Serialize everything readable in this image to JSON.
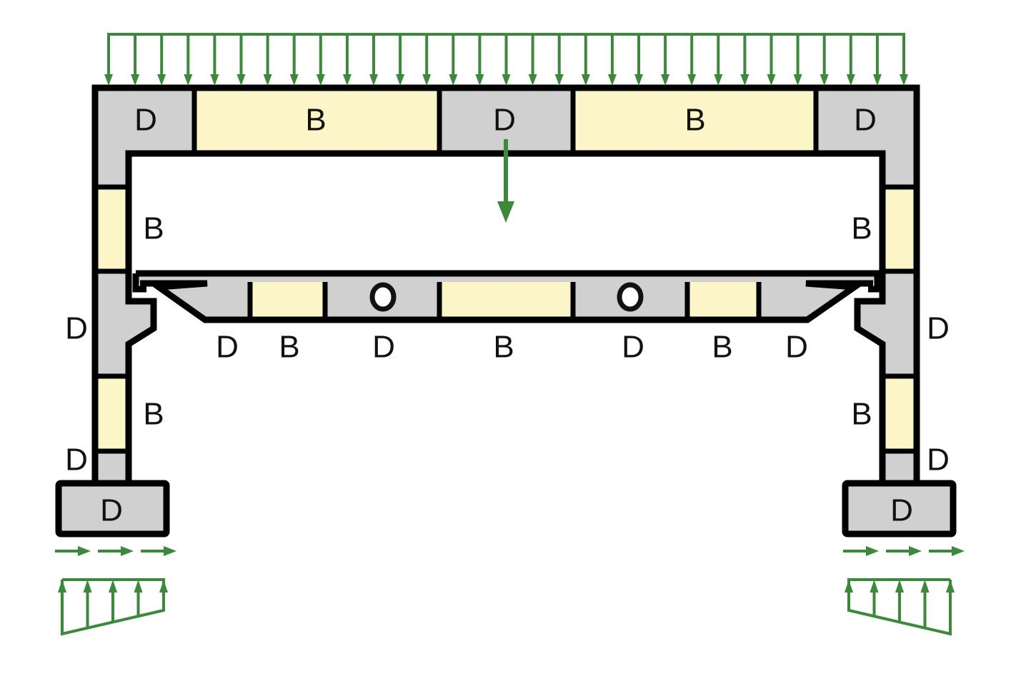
{
  "colors": {
    "d_region": "#d0d0d0",
    "b_region": "#fbf5c8",
    "load": "#3b8a3b",
    "outline": "#000000"
  },
  "labels": {
    "top_left": "D",
    "top_b1": "B",
    "top_mid": "D",
    "top_b2": "B",
    "top_right": "D",
    "col_left_b1": "B",
    "col_right_b1": "B",
    "col_left_d": "D",
    "col_right_d": "D",
    "deck_d1": "D",
    "deck_b1": "B",
    "deck_d2": "D",
    "deck_b2": "B",
    "deck_d3": "D",
    "deck_b3": "B",
    "deck_d4": "D",
    "col_left_b2": "B",
    "col_right_b2": "B",
    "col_left_d2": "D",
    "col_right_d2": "D",
    "footing_left": "D",
    "footing_right": "D"
  },
  "loads": {
    "distributed_top_arrow_count": 31,
    "base_reaction_arrow_count": 5,
    "horizontal_arrow_count": 3
  }
}
